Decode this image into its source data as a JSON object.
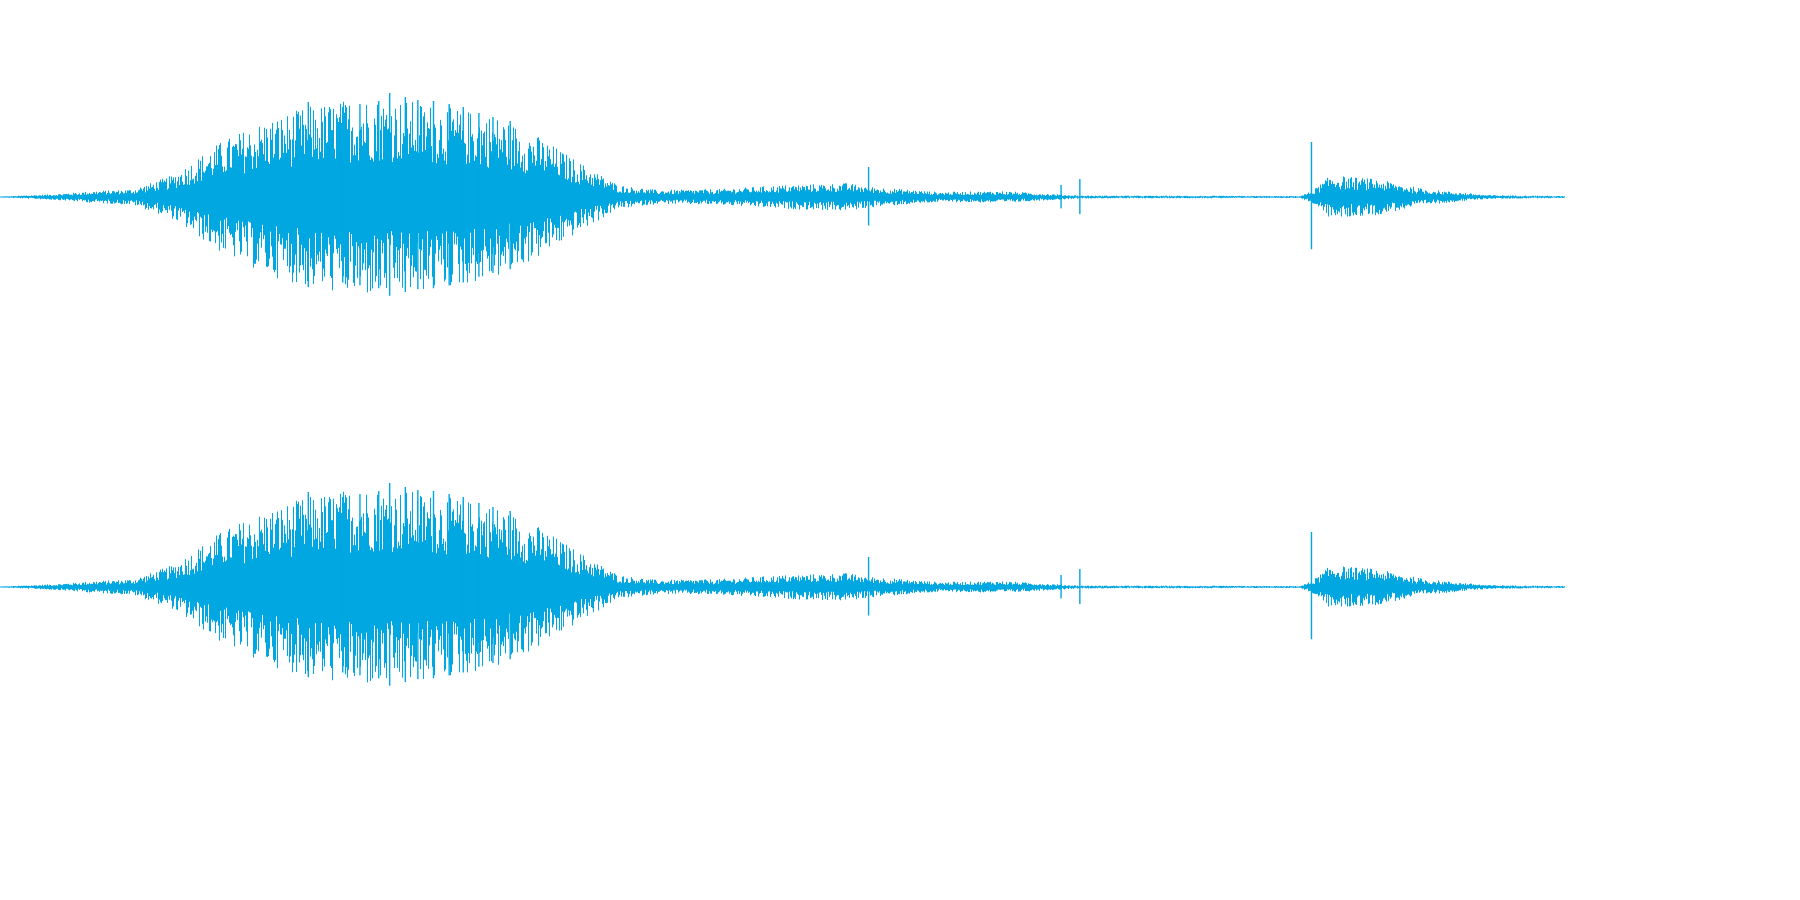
{
  "waveform": {
    "color": "#00a7e1",
    "channels": [
      {
        "name": "channel-1"
      },
      {
        "name": "channel-2"
      }
    ],
    "envelope": [
      {
        "t": 0.0,
        "a": 0.005,
        "note": ""
      },
      {
        "t": 0.035,
        "a": 0.03
      },
      {
        "t": 0.06,
        "a": 0.06
      },
      {
        "t": 0.085,
        "a": 0.08
      },
      {
        "t": 0.11,
        "a": 0.22
      },
      {
        "t": 0.14,
        "a": 0.55
      },
      {
        "t": 0.17,
        "a": 0.78
      },
      {
        "t": 0.2,
        "a": 0.92
      },
      {
        "t": 0.23,
        "a": 1.0
      },
      {
        "t": 0.26,
        "a": 0.97
      },
      {
        "t": 0.29,
        "a": 0.9
      },
      {
        "t": 0.32,
        "a": 0.8
      },
      {
        "t": 0.345,
        "a": 0.6
      },
      {
        "t": 0.37,
        "a": 0.35
      },
      {
        "t": 0.395,
        "a": 0.12
      },
      {
        "t": 0.42,
        "a": 0.07
      },
      {
        "t": 0.46,
        "a": 0.08
      },
      {
        "t": 0.5,
        "a": 0.12
      },
      {
        "t": 0.54,
        "a": 0.14
      },
      {
        "t": 0.56,
        "a": 0.1
      },
      {
        "t": 0.6,
        "a": 0.05
      },
      {
        "t": 0.64,
        "a": 0.06
      },
      {
        "t": 0.69,
        "a": 0.015
      },
      {
        "t": 0.83,
        "a": 0.01
      },
      {
        "t": 0.838,
        "a": 0.06
      },
      {
        "t": 0.85,
        "a": 0.22
      },
      {
        "t": 0.88,
        "a": 0.18
      },
      {
        "t": 0.91,
        "a": 0.08
      },
      {
        "t": 0.95,
        "a": 0.02
      },
      {
        "t": 1.0,
        "a": 0.01
      }
    ],
    "transients": [
      {
        "t": 0.197,
        "a": 0.95
      },
      {
        "t": 0.219,
        "a": 0.9
      },
      {
        "t": 0.23,
        "a": 0.93
      },
      {
        "t": 0.242,
        "a": 0.96
      },
      {
        "t": 0.249,
        "a": 1.04
      },
      {
        "t": 0.259,
        "a": 1.0
      },
      {
        "t": 0.267,
        "a": 0.97
      },
      {
        "t": 0.277,
        "a": 0.96
      },
      {
        "t": 0.287,
        "a": 0.93
      },
      {
        "t": 0.296,
        "a": 0.9
      },
      {
        "t": 0.306,
        "a": 0.84
      },
      {
        "t": 0.315,
        "a": 0.8
      },
      {
        "t": 0.326,
        "a": 0.76
      },
      {
        "t": 0.555,
        "a": 0.3
      },
      {
        "t": 0.678,
        "a": 0.12
      },
      {
        "t": 0.69,
        "a": 0.18
      },
      {
        "t": 0.838,
        "a": 0.55
      }
    ]
  }
}
